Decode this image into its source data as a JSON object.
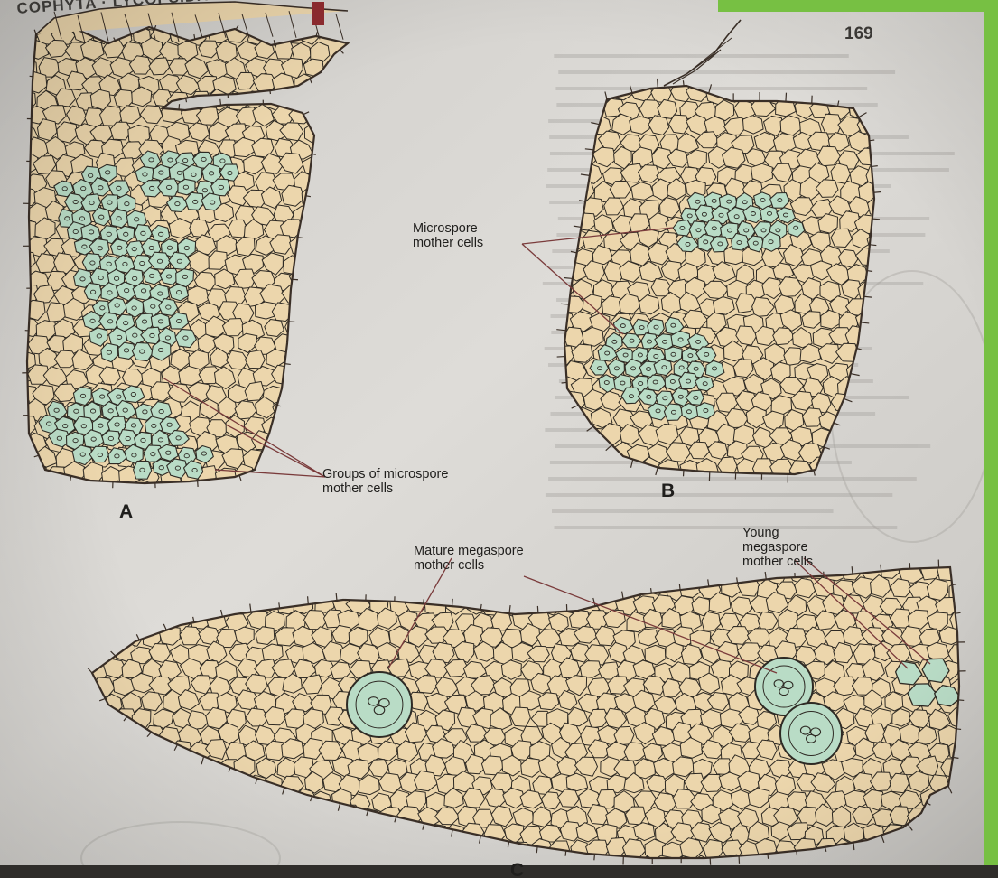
{
  "page": {
    "running_head": "COPHYTA · LYCOPSIDA",
    "page_number": "169"
  },
  "figure": {
    "panels": [
      {
        "letter": "A"
      },
      {
        "letter": "B"
      },
      {
        "letter": "C"
      }
    ],
    "labels": {
      "groups_microspore": [
        "Groups of microspore",
        "mother cells"
      ],
      "microspore": [
        "Microspore",
        "mother cells"
      ],
      "mature_megaspore": [
        "Mature megaspore",
        "mother cells"
      ],
      "young_megaspore": [
        "Young",
        "megaspore",
        "mother cells"
      ]
    }
  },
  "colors": {
    "frame_accent": "#77c043",
    "paper": "#d9d8d4",
    "tissue": "#ecd6ac",
    "cell_wall": "#2e2a24",
    "sporogenous": "#b9dcc6",
    "leader_line": "#7a3b3b"
  }
}
